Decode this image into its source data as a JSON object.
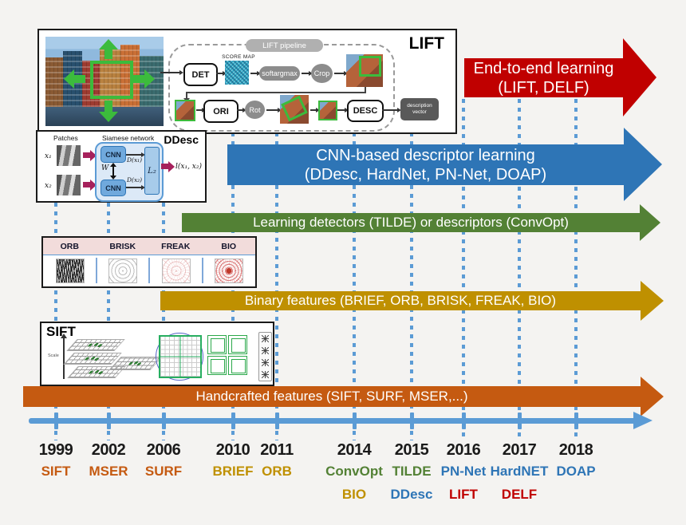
{
  "figures": {
    "lift": {
      "title": "LIFT",
      "pipeline_label": "LIFT pipeline",
      "score_map_label": "SCORE MAP",
      "det": "DET",
      "softargmax": "softargmax",
      "crop": "Crop",
      "ori": "ORI",
      "rot": "Rot",
      "desc": "DESC",
      "output": "description vector"
    },
    "ddesc": {
      "title": "DDesc",
      "patches_label": "Patches",
      "network_label": "Siamese network",
      "x1": "x₁",
      "x2": "x₂",
      "cnn": "CNN",
      "w": "W",
      "dx1": "D(x₁)",
      "dx2": "D(x₂)",
      "l2": "L₂",
      "output": "l(x₁, x₂)"
    },
    "binary": {
      "columns": [
        "ORB",
        "BRISK",
        "FREAK",
        "BIO"
      ]
    },
    "sift": {
      "title": "SIFT",
      "scale_label": "Scale"
    }
  },
  "arrows": {
    "end_to_end": {
      "line1": "End-to-end learning",
      "line2": "(LIFT, DELF)",
      "color": "#C00000"
    },
    "cnn_descriptor": {
      "line1": "CNN-based descriptor learning",
      "line2": "(DDesc, HardNet, PN-Net, DOAP)",
      "color": "#2E75B6"
    },
    "learning_detectors": {
      "label": "Learning detectors (TILDE) or descriptors (ConvOpt)",
      "color": "#538135"
    },
    "binary_features": {
      "label": "Binary features (BRIEF, ORB, BRISK, FREAK, BIO)",
      "color": "#BF9000"
    },
    "handcrafted": {
      "label": "Handcrafted features (SIFT, SURF, MSER,...)",
      "color": "#C55A11"
    }
  },
  "timeline": {
    "axis_color": "#5B9BD5",
    "years": [
      {
        "year": "1999",
        "methods": [
          {
            "name": "SIFT",
            "color": "#C55A11"
          }
        ]
      },
      {
        "year": "2002",
        "methods": [
          {
            "name": "MSER",
            "color": "#C55A11"
          }
        ]
      },
      {
        "year": "2006",
        "methods": [
          {
            "name": "SURF",
            "color": "#C55A11"
          }
        ]
      },
      {
        "year": "2010",
        "methods": [
          {
            "name": "BRIEF",
            "color": "#BF9000"
          }
        ]
      },
      {
        "year": "2011",
        "methods": [
          {
            "name": "ORB",
            "color": "#BF9000"
          }
        ]
      },
      {
        "year": "2014",
        "methods": [
          {
            "name": "ConvOpt",
            "color": "#538135"
          },
          {
            "name": "BIO",
            "color": "#BF9000"
          }
        ]
      },
      {
        "year": "2015",
        "methods": [
          {
            "name": "TILDE",
            "color": "#538135"
          },
          {
            "name": "DDesc",
            "color": "#2E75B6"
          }
        ]
      },
      {
        "year": "2016",
        "methods": [
          {
            "name": "PN-Net",
            "color": "#2E75B6"
          },
          {
            "name": "LIFT",
            "color": "#C00000"
          }
        ]
      },
      {
        "year": "2017",
        "methods": [
          {
            "name": "HardNET",
            "color": "#2E75B6"
          },
          {
            "name": "DELF",
            "color": "#C00000"
          }
        ]
      },
      {
        "year": "2018",
        "methods": [
          {
            "name": "DOAP",
            "color": "#2E75B6"
          }
        ]
      }
    ]
  }
}
